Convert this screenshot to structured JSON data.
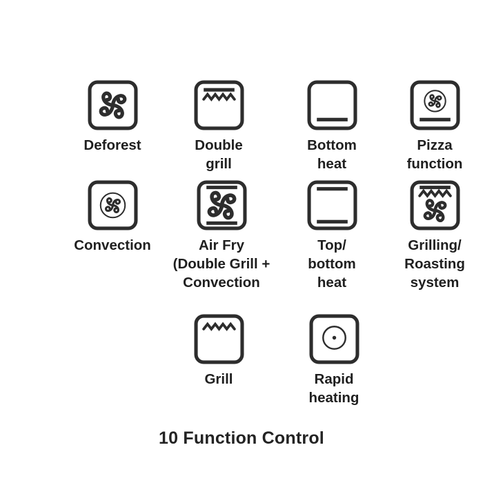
{
  "title": "10 Function Control",
  "colors": {
    "ink": "#2d2d2d",
    "text": "#1f1f1f",
    "background": "#ffffff"
  },
  "functions": [
    {
      "label": "Deforest",
      "icon": "fan-icon"
    },
    {
      "label": "Double\ngrill",
      "icon": "double-grill-icon"
    },
    {
      "label": "Bottom\nheat",
      "icon": "bottom-heat-icon"
    },
    {
      "label": "Pizza\nfunction",
      "icon": "pizza-function-icon"
    },
    {
      "label": "Convection",
      "icon": "convection-icon"
    },
    {
      "label": "Air Fry\n(Double Grill +\nConvection",
      "icon": "air-fry-icon"
    },
    {
      "label": "Top/\nbottom\nheat",
      "icon": "top-bottom-heat-icon"
    },
    {
      "label": "Grilling/\nRoasting\nsystem",
      "icon": "grilling-roasting-icon"
    },
    {
      "label": "Grill",
      "icon": "grill-icon"
    },
    {
      "label": "Rapid\nheating",
      "icon": "rapid-heating-icon"
    }
  ]
}
